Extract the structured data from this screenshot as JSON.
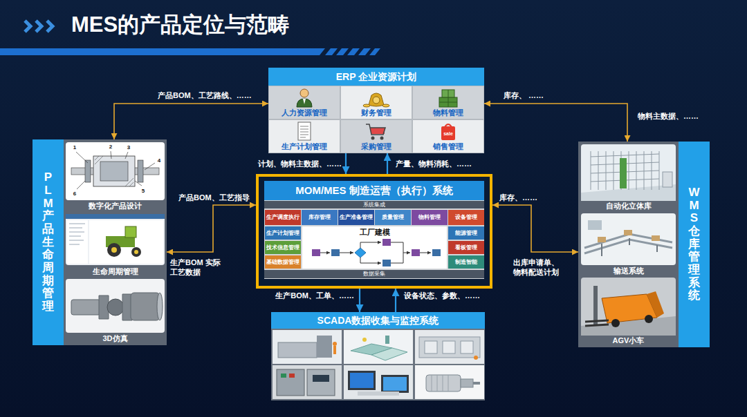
{
  "diagram": {
    "title": "MES的产品定位与范畴",
    "nodes": [
      {
        "text": [
          "ERP 企业资源计划"
        ]
      },
      {
        "text": [
          "人力资源管理"
        ],
        "in": 0
      },
      {
        "text": [
          "财务管理"
        ],
        "in": 0
      },
      {
        "text": [
          "物料管理"
        ],
        "in": 0
      },
      {
        "text": [
          "生产计划管理"
        ],
        "in": 0
      },
      {
        "text": [
          "采购管理"
        ],
        "in": 0
      },
      {
        "text": [
          "销售管理"
        ],
        "in": 0
      },
      {
        "text": [
          "PLM产品生命周期管理"
        ]
      },
      {
        "text": [
          "数字化产品设计"
        ],
        "in": 7
      },
      {
        "text": [
          "生命周期管理"
        ],
        "in": 7
      },
      {
        "text": [
          "3D仿真"
        ],
        "in": 7
      },
      {
        "text": [
          "MOM/MES 制造运营（执行）系统"
        ]
      },
      {
        "text": [
          "系统集成"
        ],
        "in": 11
      },
      {
        "text": [
          "生产调度执行"
        ],
        "in": 11
      },
      {
        "text": [
          "库存管理"
        ],
        "in": 11
      },
      {
        "text": [
          "生产准备管理"
        ],
        "in": 11
      },
      {
        "text": [
          "质量管理"
        ],
        "in": 11
      },
      {
        "text": [
          "物料管理"
        ],
        "in": 11
      },
      {
        "text": [
          "设备管理"
        ],
        "in": 11
      },
      {
        "text": [
          "生产计划管理"
        ],
        "in": 11
      },
      {
        "text": [
          "工厂建模"
        ],
        "in": 11
      },
      {
        "text": [
          "能源管理"
        ],
        "in": 11
      },
      {
        "text": [
          "技术信息管理"
        ],
        "in": 11
      },
      {
        "text": [
          "看板管理"
        ],
        "in": 11
      },
      {
        "text": [
          "基础数据管理"
        ],
        "in": 11
      },
      {
        "text": [
          "制造智能"
        ],
        "in": 11
      },
      {
        "text": [
          "数据采集"
        ],
        "in": 11
      },
      {
        "text": [
          "WMS仓库管理系统"
        ]
      },
      {
        "text": [
          "自动化立体库"
        ],
        "in": 27
      },
      {
        "text": [
          "输送系统"
        ],
        "in": 27
      },
      {
        "text": [
          "AGV小车"
        ],
        "in": 27
      },
      {
        "text": [
          "SCADA数据收集与监控系统"
        ]
      }
    ],
    "edges": [
      {
        "from": 0,
        "to": 7,
        "arrow": "both",
        "label": "产品BOM、工艺路线、……"
      },
      {
        "from": 0,
        "to": 27,
        "arrow": "both",
        "label": "库存、 ……"
      },
      {
        "from": 0,
        "to": 11,
        "arrow": "to",
        "label": "计划、物料主数据、……"
      },
      {
        "from": 11,
        "to": 0,
        "arrow": "to",
        "label": "产量、物料消耗、……"
      },
      {
        "from": 7,
        "to": 11,
        "arrow": "both",
        "label": "产品BOM、工艺指导"
      },
      {
        "from": 11,
        "to": 27,
        "arrow": "both",
        "label": "库存、……"
      },
      {
        "from": 11,
        "to": 31,
        "arrow": "to",
        "label": "生产BOM、工单、……"
      },
      {
        "from": 31,
        "to": 11,
        "arrow": "to",
        "label": "设备状态、参数、……"
      }
    ],
    "labels": [
      "物料主数据、……",
      "sale",
      "1",
      "2",
      "3",
      "4",
      "5",
      "6",
      "生产BOM 实际工艺数据",
      "出库申请单、 物料配送计划"
    ]
  }
}
